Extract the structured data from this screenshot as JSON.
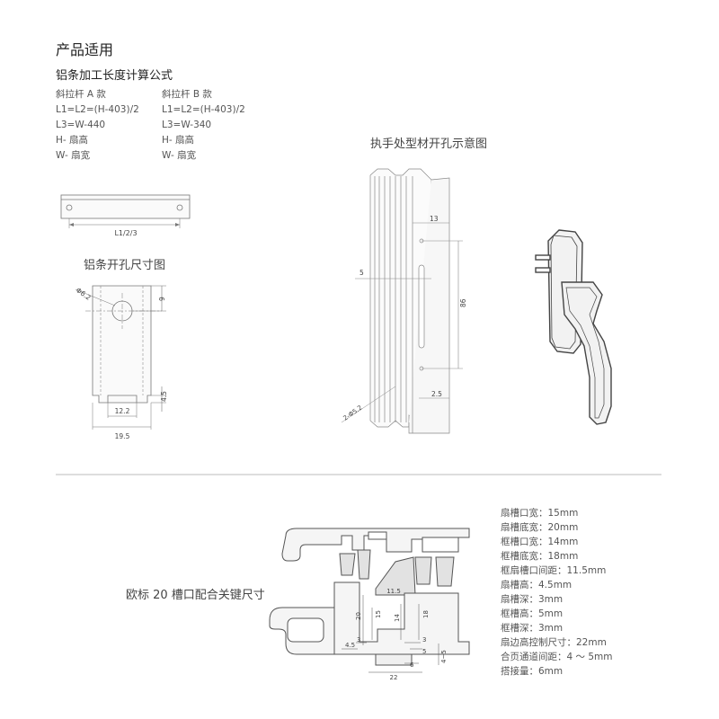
{
  "header": {
    "title": "产品适用"
  },
  "formula": {
    "title": "铝条加工长度计算公式",
    "model_a": [
      "斜拉杆 A 款",
      "L1=L2=(H-403)/2",
      "L3=W-440",
      "H- 扇高",
      "W- 扇宽"
    ],
    "model_b": [
      "斜拉杆 B 款",
      "L1=L2=(H-403)/2",
      "L3=W-340",
      "H- 扇高",
      "W- 扇宽"
    ]
  },
  "strip": {
    "dim_label": "L1/2/3"
  },
  "hole": {
    "caption": "铝条开孔尺寸图",
    "dims": {
      "diameter": "Φ6.2",
      "top": "9",
      "bottom": "4.5",
      "inner_width": "12.2",
      "outer_width": "19.5"
    }
  },
  "handle_profile": {
    "caption": "执手处型材开孔示意图",
    "dims": {
      "offset": "13",
      "side": "5",
      "span": "86",
      "slot": "2.5",
      "holes": "2-Φ5.2"
    }
  },
  "euro": {
    "caption": "欧标 20 槽口配合关键尺寸",
    "dims": [
      "11.5",
      "20",
      "15",
      "14",
      "18",
      "4.5",
      "3",
      "3",
      "5",
      "6",
      "4~5",
      "22"
    ],
    "specs": [
      "扇槽口宽：15mm",
      "扇槽底宽：20mm",
      "框槽口宽：14mm",
      "框槽底宽：18mm",
      "框扇槽口间距：11.5mm",
      "扇槽高：4.5mm",
      "扇槽深：3mm",
      "框槽高：5mm",
      "框槽深：3mm",
      "扇边高控制尺寸：22mm",
      "合页通道间距：4 ～ 5mm",
      "搭接量：6mm"
    ]
  }
}
